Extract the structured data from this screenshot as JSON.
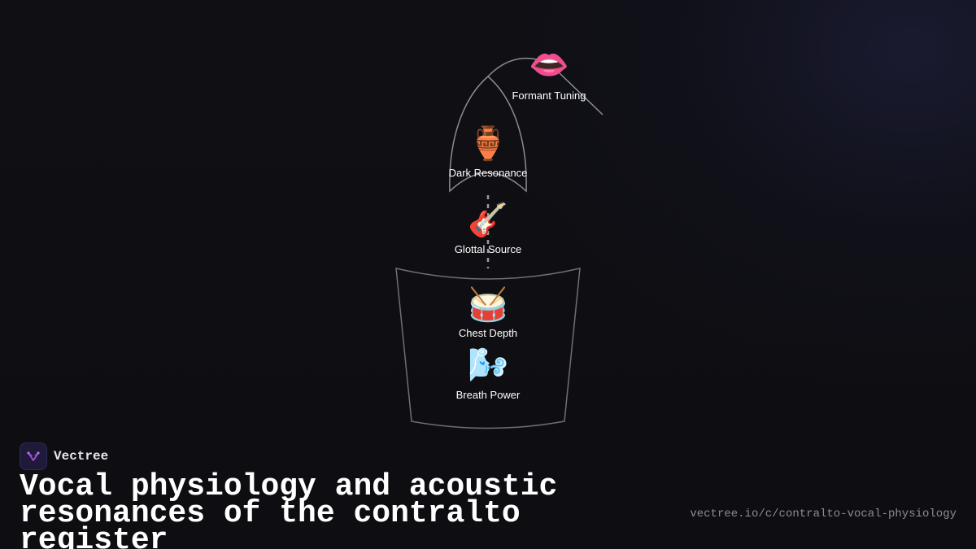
{
  "diagram": {
    "nodes": [
      {
        "id": "formant",
        "label": "Formant Tuning",
        "icon": "👄",
        "icon_name": "lips-icon"
      },
      {
        "id": "resonance",
        "label": "Dark Resonance",
        "icon": "🏺",
        "icon_name": "amphora-icon"
      },
      {
        "id": "glottal",
        "label": "Glottal Source",
        "icon": "🎸",
        "icon_name": "guitar-icon"
      },
      {
        "id": "chest",
        "label": "Chest Depth",
        "icon": "🥁",
        "icon_name": "drum-icon"
      },
      {
        "id": "breath",
        "label": "Breath Power",
        "icon": "🌬️",
        "icon_name": "wind-face-icon"
      }
    ],
    "colors": {
      "outline": "#8c8c94",
      "dashed": "#9a9aa2",
      "label": "#ffffff",
      "brand_accent": "#b04ad8"
    }
  },
  "brand": {
    "name": "Vectree",
    "logo_icon": "vectree-logo-icon"
  },
  "title": "Vocal physiology and acoustic resonances of the contralto register",
  "source_url": "vectree.io/c/contralto-vocal-physiology"
}
